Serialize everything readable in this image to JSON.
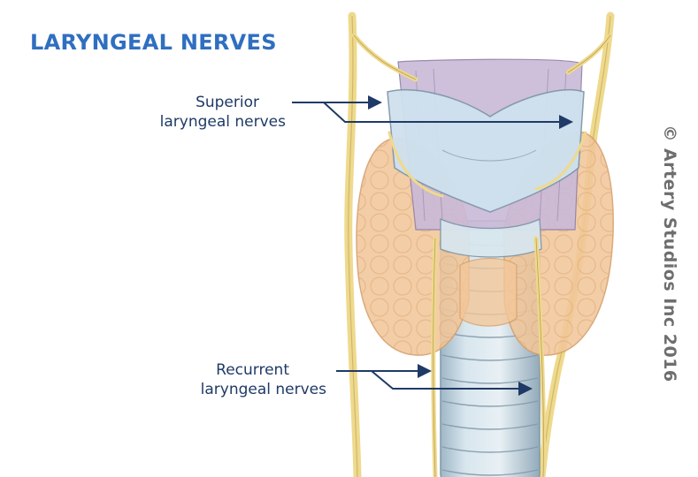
{
  "title": "LARYNGEAL NERVES",
  "labels": {
    "superior": [
      "Superior",
      "laryngeal nerves"
    ],
    "recurrent": [
      "Recurrent",
      "laryngeal nerves"
    ]
  },
  "copyright": "© Artery Studios Inc 2016",
  "colors": {
    "title": "#2f6fc0",
    "label_text": "#1f3a66",
    "leader_lines": "#1f3a66",
    "nerve": "#efd98c",
    "thyroid_gland": "#f2c79a",
    "cartilage": "#cfe1ee",
    "muscle": "#c9b9d8",
    "copyright": "#6e6e6e"
  }
}
